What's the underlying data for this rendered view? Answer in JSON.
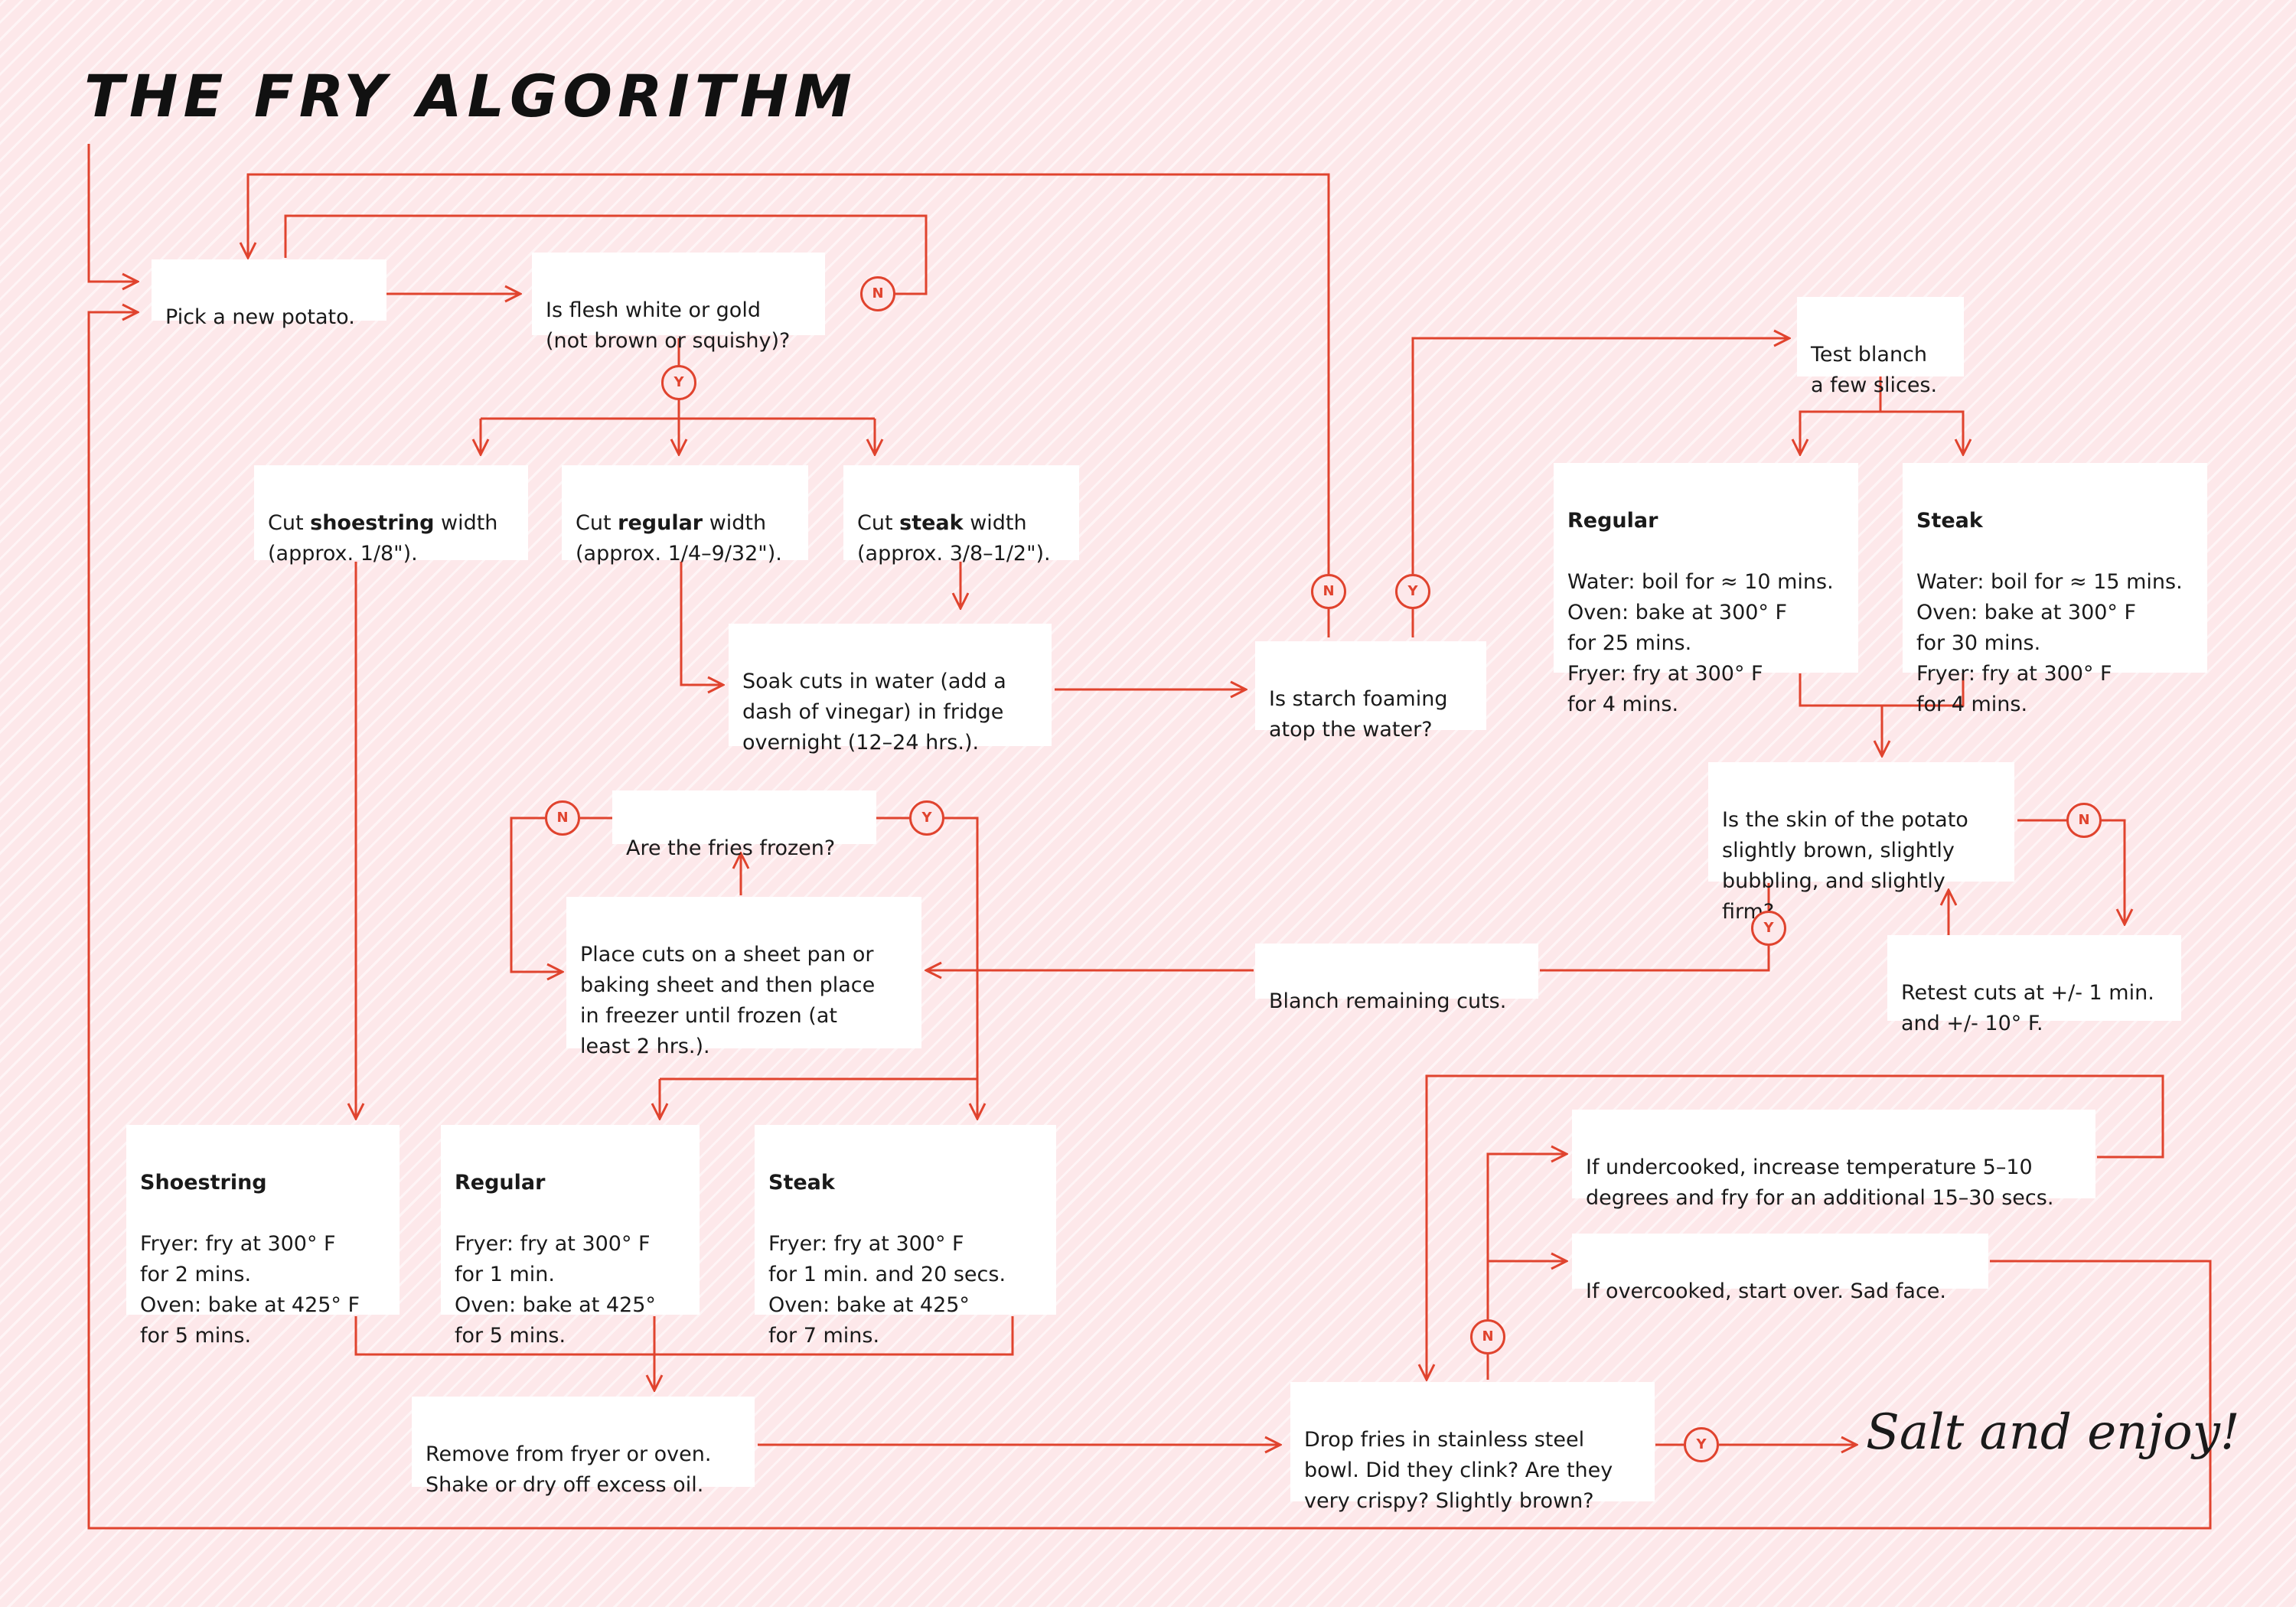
{
  "title": "THE FRY ALGORITHM",
  "accent_color": "#e0432e",
  "boxes": {
    "pick": "Pick a new potato.",
    "flesh": "Is flesh white or gold\n(not brown or squishy)?",
    "cut_shoestring": {
      "pre": "Cut ",
      "bold": "shoestring",
      "post": " width\n(approx. 1/8\")."
    },
    "cut_regular": {
      "pre": "Cut ",
      "bold": "regular",
      "post": " width\n(approx. 1/4–9/32\")."
    },
    "cut_steak": {
      "pre": "Cut ",
      "bold": "steak",
      "post": " width\n(approx. 3/8–1/2\")."
    },
    "soak": "Soak cuts in water (add a\ndash of vinegar) in fridge\novernight (12–24 hrs.).",
    "starch": "Is starch foaming\natop the water?",
    "test_blanch": "Test blanch\na few slices.",
    "blanch_regular": {
      "heading": "Regular",
      "body": "Water: boil for ≈ 10 mins.\nOven: bake at 300° F\nfor 25 mins.\nFryer: fry at 300° F\nfor 4 mins."
    },
    "blanch_steak": {
      "heading": "Steak",
      "body": "Water: boil for ≈ 15 mins.\nOven: bake at 300° F\nfor 30 mins.\nFryer: fry at 300° F\nfor 4 mins."
    },
    "skin": "Is the skin of the potato\nslightly brown, slightly\nbubbling, and slightly firm?",
    "retest": "Retest cuts at +/- 1 min.\nand +/- 10° F.",
    "blanch_remaining": "Blanch remaining cuts.",
    "frozen": "Are the fries frozen?",
    "place": "Place cuts on a sheet pan or\nbaking sheet and then place\nin freezer until frozen (at\nleast 2 hrs.).",
    "fry_shoestring": {
      "heading": "Shoestring",
      "body": "Fryer: fry at 300° F\nfor 2 mins.\nOven: bake at 425° F\nfor 5 mins."
    },
    "fry_regular": {
      "heading": "Regular",
      "body": "Fryer: fry at 300° F\nfor 1 min.\nOven: bake at 425°\nfor 5 mins."
    },
    "fry_steak": {
      "heading": "Steak",
      "body": "Fryer: fry at 300° F\nfor 1 min. and 20 secs.\nOven: bake at 425°\nfor 7 mins."
    },
    "remove": "Remove from fryer or oven.\nShake or dry off excess oil.",
    "drop": "Drop fries in stainless steel\nbowl. Did they clink? Are they\nvery crispy? Slightly brown?",
    "undercooked": "If undercooked, increase temperature 5–10\ndegrees and fry for an additional 15–30 secs.",
    "overcooked": "If overcooked, start over. Sad face."
  },
  "decisions": {
    "yes": "Y",
    "no": "N"
  },
  "ending": "Salt and enjoy!"
}
